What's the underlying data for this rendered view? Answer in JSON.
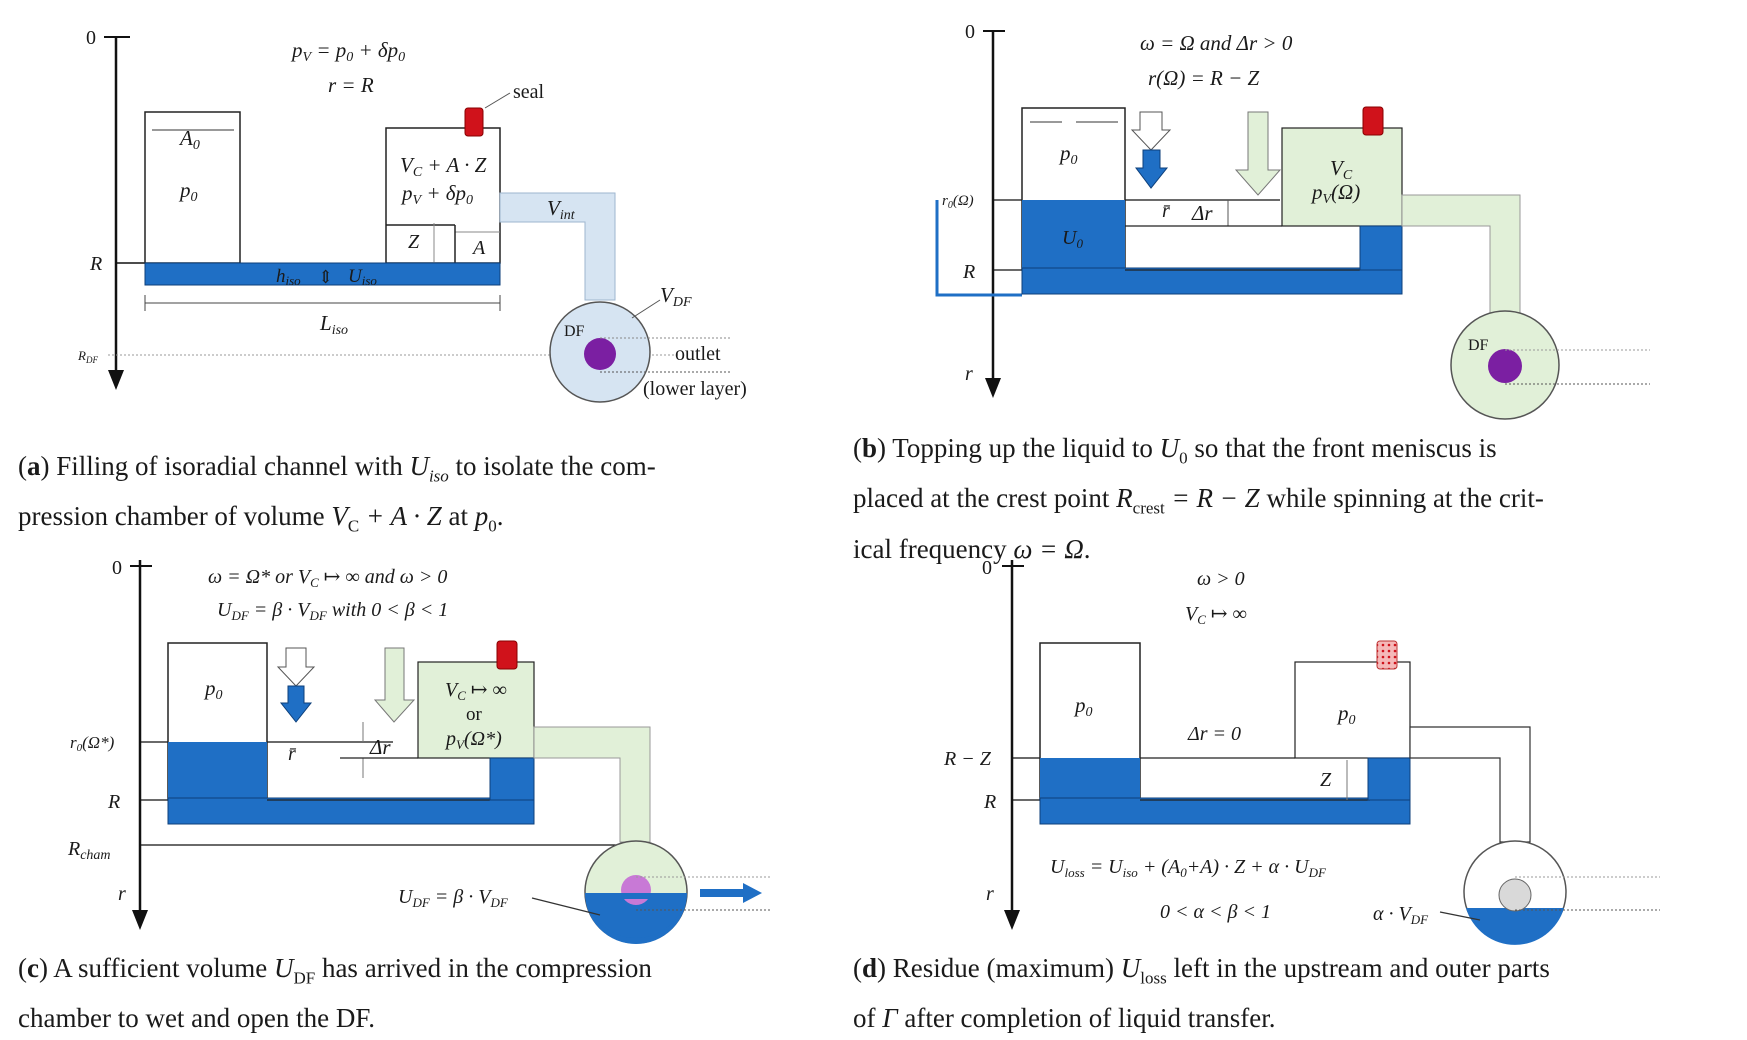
{
  "colors": {
    "liquid": "#1f6fc5",
    "channel_blue": "#d6e4f2",
    "channel_green": "#e1f0d8",
    "seal": "#d0121b",
    "df": "#7b1fa2",
    "df_light": "#c879d6",
    "axis": "#111111"
  },
  "panel_a": {
    "axis_zero": "0",
    "axis_R": "R",
    "axis_RDF": "R",
    "axis_RDF_sub": "DF",
    "eq1": "p",
    "eq1_sub": "V",
    "eq1_rest": " = p",
    "eq1_sub2": "0",
    "eq1_tail": " + δp",
    "eq1_sub3": "0",
    "eq2": "r = R",
    "seal_label": "seal",
    "A0": "A",
    "A0_sub": "0",
    "p0": "p",
    "p0_sub": "0",
    "vc_line1": "V",
    "vc_line1_sub": "C",
    "vc_line1_tail": " + A · Z",
    "vc_line2": "p",
    "vc_line2_sub": "V",
    "vc_line2_tail": " + δp",
    "vc_line2_sub2": "0",
    "Z": "Z",
    "A": "A",
    "vint": "V",
    "vint_sub": "int",
    "hiso": "h",
    "hiso_sub": "iso",
    "uiso": "U",
    "uiso_sub": "iso",
    "liso": "L",
    "liso_sub": "iso",
    "vdf": "V",
    "vdf_sub": "DF",
    "df": "DF",
    "outlet": "outlet",
    "lower_layer": "(lower layer)"
  },
  "panel_b": {
    "axis_zero": "0",
    "axis_r0": "r",
    "axis_r0_sub": "0",
    "axis_r0_tail": "(Ω)",
    "axis_R": "R",
    "axis_r": "r",
    "eq1": "ω = Ω and Δr > 0",
    "eq2": "r(Ω) = R − Z",
    "p0": "p",
    "p0_sub": "0",
    "u0": "U",
    "u0_sub": "0",
    "rbar": "r̄",
    "dr": "Δr",
    "vc": "V",
    "vc_sub": "C",
    "pv": "p",
    "pv_sub": "V",
    "pv_tail": "(Ω)",
    "df": "DF"
  },
  "panel_c": {
    "axis_zero": "0",
    "axis_r0": "r",
    "axis_r0_sub": "0",
    "axis_r0_tail": "(Ω*)",
    "axis_R": "R",
    "axis_Rcham": "R",
    "axis_Rcham_sub": "cham",
    "axis_r": "r",
    "eq1": "ω = Ω* or V",
    "eq1_sub": "C",
    "eq1_tail": " ↦ ∞ and ω > 0",
    "eq2": "U",
    "eq2_sub": "DF",
    "eq2_mid": " = β · V",
    "eq2_sub2": "DF",
    "eq2_tail": " with 0 < β < 1",
    "p0": "p",
    "p0_sub": "0",
    "rbar": "r̄",
    "dr": "Δr",
    "vc": "V",
    "vc_sub": "C",
    "vc_tail": " ↦ ∞",
    "or": "or",
    "pv": "p",
    "pv_sub": "V",
    "pv_tail": "(Ω*)",
    "udf": "U",
    "udf_sub": "DF",
    "udf_mid": " = β · V",
    "udf_sub2": "DF"
  },
  "panel_d": {
    "axis_zero": "0",
    "axis_RZ": "R − Z",
    "axis_R": "R",
    "axis_r": "r",
    "eq1": "ω > 0",
    "eq2": "V",
    "eq2_sub": "C",
    "eq2_tail": " ↦ ∞",
    "p0_left": "p",
    "p0_left_sub": "0",
    "p0_right": "p",
    "p0_right_sub": "0",
    "dr0": "Δr = 0",
    "Z": "Z",
    "uloss": "U",
    "uloss_sub": "loss",
    "uloss_mid": " = U",
    "uloss_sub2": "iso",
    "uloss_tail": " + (A",
    "uloss_sub3": "0",
    "uloss_end": "+A) · Z + α · U",
    "uloss_sub4": "DF",
    "ineq": "0 < α < β < 1",
    "avdf": "α · V",
    "avdf_sub": "DF"
  },
  "captions": {
    "a_letter": "a",
    "a_text1": " Filling of isoradial channel with ",
    "a_m1": "U",
    "a_m1_sub": "iso",
    "a_text2": " to isolate the com-",
    "a_text3": "pression chamber of volume ",
    "a_m2": "V",
    "a_m2_sub": "C",
    "a_m2_tail": " + A · Z",
    "a_text4": " at ",
    "a_m3": "p",
    "a_m3_sub": "0",
    "a_end": ".",
    "b_letter": "b",
    "b_text1": " Topping up the liquid to ",
    "b_m1": "U",
    "b_m1_sub": "0",
    "b_text2": " so that the front meniscus is",
    "b_text3": "placed at the crest point ",
    "b_m2": "R",
    "b_m2_sub": "crest",
    "b_m2_tail": " = R − Z",
    "b_text4": " while spinning at the crit-",
    "b_text5": "ical frequency ",
    "b_m3": "ω = Ω",
    "b_end": ".",
    "c_letter": "c",
    "c_text1": " A sufficient volume ",
    "c_m1": "U",
    "c_m1_sub": "DF",
    "c_text2": " has arrived in the compression",
    "c_text3": "chamber to wet and open the DF.",
    "d_letter": "d",
    "d_text1": " Residue (maximum) ",
    "d_m1": "U",
    "d_m1_sub": "loss",
    "d_text2": " left in the upstream and outer parts",
    "d_text3": "of ",
    "d_m2": "Γ",
    "d_text4": " after completion of liquid transfer."
  }
}
